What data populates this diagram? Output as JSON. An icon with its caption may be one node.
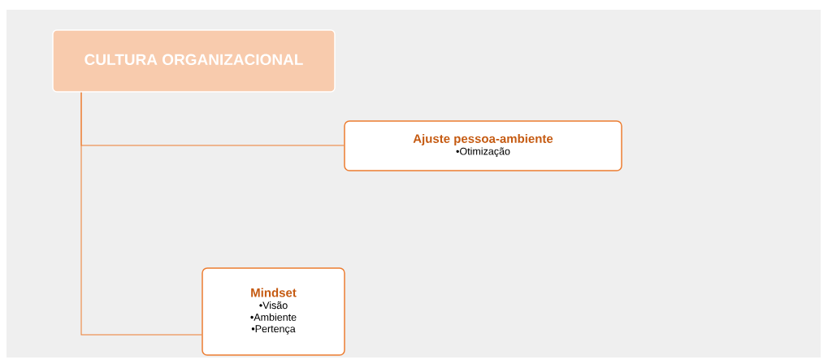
{
  "diagram": {
    "nodes": [
      {
        "text": [
          "CULTURA ORGANIZACIONAL"
        ]
      },
      {
        "text": [
          "Ajuste pessoa-ambiente",
          "•Otimização"
        ]
      },
      {
        "text": [
          "Mindset",
          "•Visão",
          "•Ambiente",
          "•Pertença"
        ]
      }
    ],
    "edges": [
      {
        "from": 0,
        "to": 1,
        "arrow": "none"
      },
      {
        "from": 0,
        "to": 2,
        "arrow": "none"
      }
    ]
  }
}
